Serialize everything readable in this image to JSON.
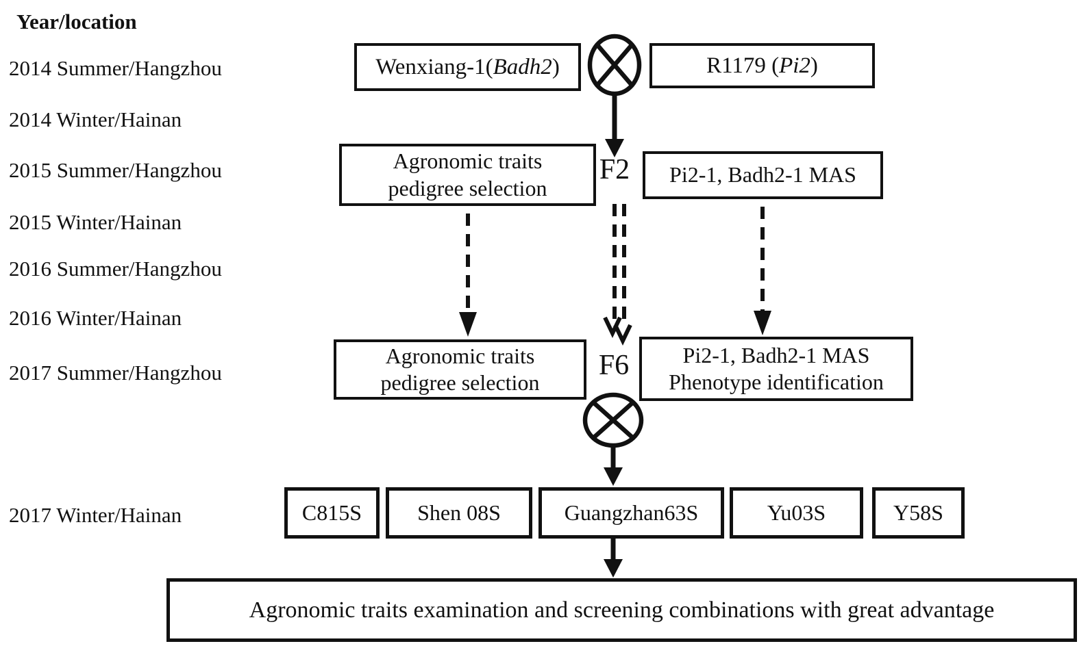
{
  "timeline_header": "Year/location",
  "timeline": [
    "2014 Summer/Hangzhou",
    "2014 Winter/Hainan",
    "2015 Summer/Hangzhou",
    "2015 Winter/Hainan",
    "2016 Summer/Hangzhou",
    "2016 Winter/Hainan",
    "2017 Summer/Hangzhou",
    "2017 Winter/Hainan"
  ],
  "parents": {
    "female": {
      "prefix": "Wenxiang-1(",
      "gene": "Badh2",
      "suffix": ")"
    },
    "male": {
      "prefix": "R1179 (",
      "gene": "Pi2",
      "suffix": ")"
    }
  },
  "f2": {
    "label": "F2",
    "selection": {
      "line1": "Agronomic traits",
      "line2": "pedigree selection"
    },
    "mas": {
      "line1": "Pi2-1, Badh2-1 MAS"
    }
  },
  "f6": {
    "label": "F6",
    "selection": {
      "line1": "Agronomic traits",
      "line2": "pedigree selection"
    },
    "mas": {
      "line1": "Pi2-1, Badh2-1 MAS",
      "line2": "Phenotype identification"
    }
  },
  "testers": [
    "C815S",
    "Shen 08S",
    "Guangzhan63S",
    "Yu03S",
    "Y58S"
  ],
  "final_box": "Agronomic traits examination and screening combinations with great advantage",
  "icons": {
    "cross": "circled-x hybridization symbol"
  },
  "colors": {
    "ink": "#111111",
    "background": "#ffffff"
  }
}
